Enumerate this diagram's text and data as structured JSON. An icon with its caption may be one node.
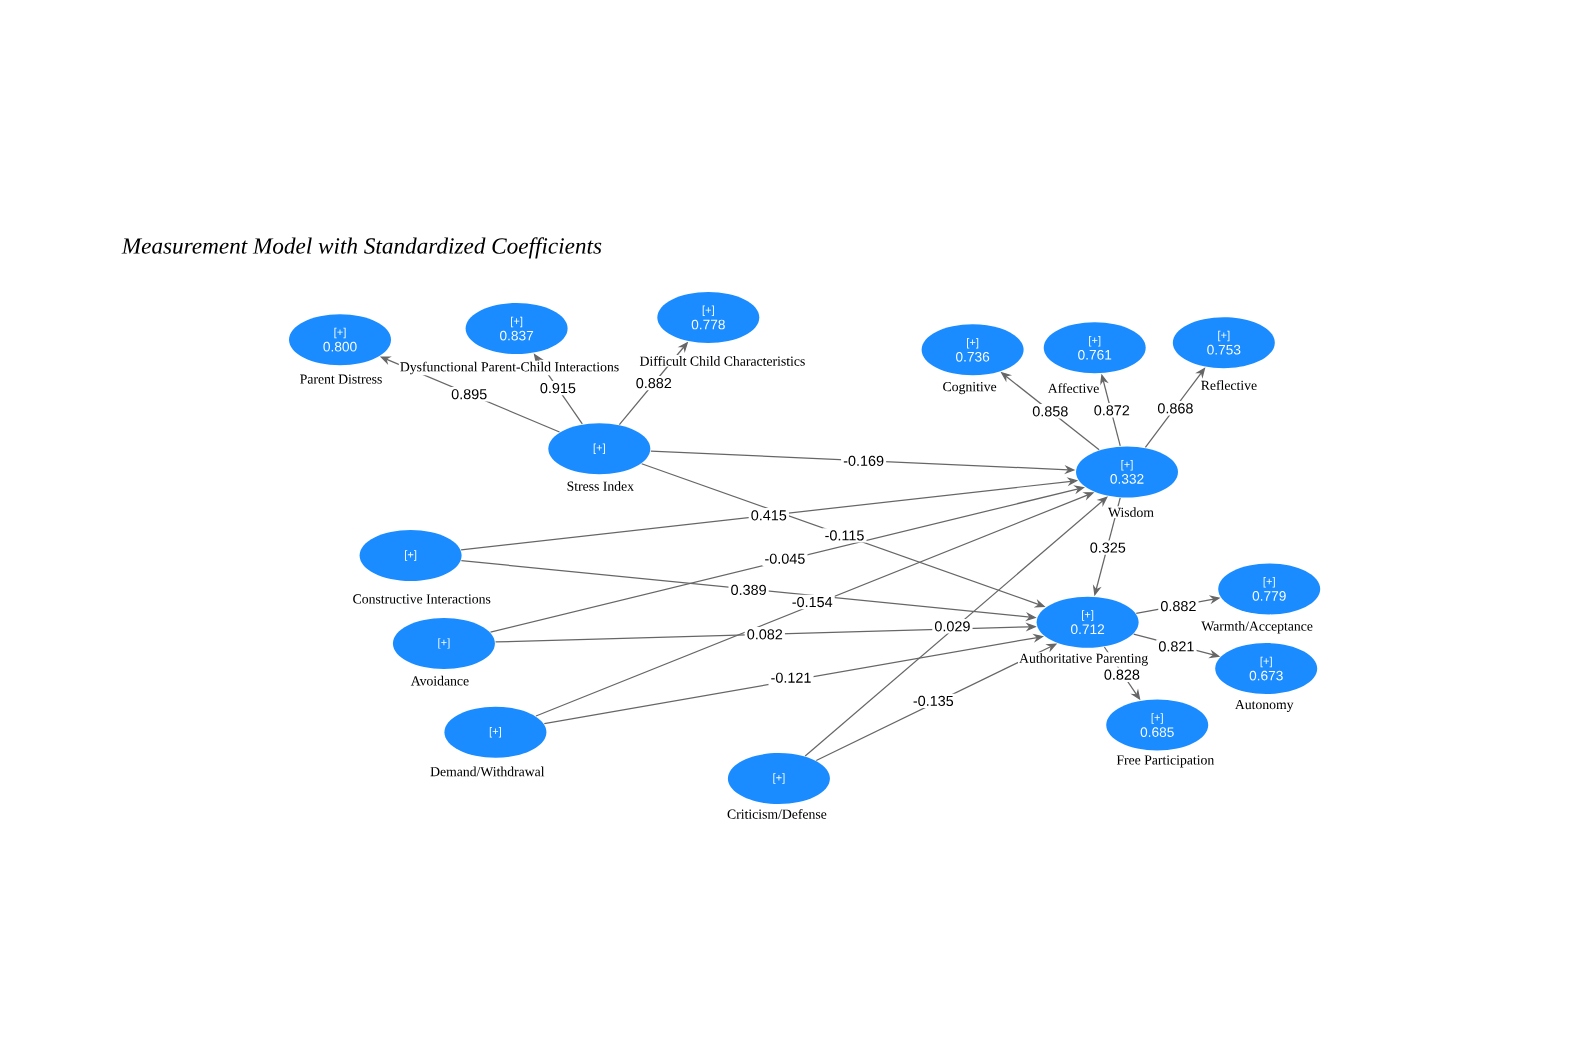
{
  "diagram": {
    "title": "Measurement Model with Standardized Coefficients",
    "nodes": [
      {
        "text": [
          "[+]",
          "0.800"
        ],
        "beside": [
          "Parent Distress"
        ]
      },
      {
        "text": [
          "[+]",
          "0.837"
        ],
        "beside": [
          "Dysfunctional Parent-Child Interactions"
        ]
      },
      {
        "text": [
          "[+]",
          "0.778"
        ],
        "beside": [
          "Difficult Child Characteristics"
        ]
      },
      {
        "text": [
          "[+]",
          "0.736"
        ],
        "beside": [
          "Cognitive"
        ]
      },
      {
        "text": [
          "[+]",
          "0.761"
        ],
        "beside": [
          "Affective"
        ]
      },
      {
        "text": [
          "[+]",
          "0.753"
        ],
        "beside": [
          "Reflective"
        ]
      },
      {
        "text": [
          "[+]"
        ],
        "beside": [
          "Stress Index"
        ]
      },
      {
        "text": [
          "[+]",
          "0.332"
        ],
        "beside": [
          "Wisdom"
        ]
      },
      {
        "text": [
          "[+]"
        ],
        "beside": [
          "Constructive Interactions"
        ]
      },
      {
        "text": [
          "[+]",
          "0.779"
        ],
        "beside": [
          "Warmth/Acceptance"
        ]
      },
      {
        "text": [
          "[+]",
          "0.712"
        ],
        "beside": [
          "Authoritative Parenting"
        ]
      },
      {
        "text": [
          "[+]"
        ],
        "beside": [
          "Avoidance"
        ]
      },
      {
        "text": [
          "[+]",
          "0.673"
        ],
        "beside": [
          "Autonomy"
        ]
      },
      {
        "text": [
          "[+]",
          "0.685"
        ],
        "beside": [
          "Free Participation"
        ]
      },
      {
        "text": [
          "[+]"
        ],
        "beside": [
          "Demand/Withdrawal"
        ]
      },
      {
        "text": [
          "[+]"
        ],
        "beside": [
          "Criticism/Defense"
        ]
      }
    ],
    "edges": [
      {
        "from": 6,
        "to": 0,
        "arrow": "to",
        "label": "0.895"
      },
      {
        "from": 6,
        "to": 1,
        "arrow": "to",
        "label": "0.915"
      },
      {
        "from": 6,
        "to": 2,
        "arrow": "to",
        "label": "0.882"
      },
      {
        "from": 7,
        "to": 3,
        "arrow": "to",
        "label": "0.858"
      },
      {
        "from": 7,
        "to": 4,
        "arrow": "to",
        "label": "0.872"
      },
      {
        "from": 7,
        "to": 5,
        "arrow": "to",
        "label": "0.868"
      },
      {
        "from": 6,
        "to": 7,
        "arrow": "to",
        "label": "-0.169"
      },
      {
        "from": 6,
        "to": 10,
        "arrow": "to",
        "label": "-0.115"
      },
      {
        "from": 8,
        "to": 7,
        "arrow": "to",
        "label": "0.415"
      },
      {
        "from": 8,
        "to": 10,
        "arrow": "to",
        "label": "0.389"
      },
      {
        "from": 11,
        "to": 7,
        "arrow": "to",
        "label": "-0.045"
      },
      {
        "from": 11,
        "to": 10,
        "arrow": "to",
        "label": "0.082"
      },
      {
        "from": 14,
        "to": 7,
        "arrow": "to",
        "label": "-0.154"
      },
      {
        "from": 14,
        "to": 10,
        "arrow": "to",
        "label": "-0.121"
      },
      {
        "from": 15,
        "to": 7,
        "arrow": "to",
        "label": "0.029"
      },
      {
        "from": 15,
        "to": 10,
        "arrow": "to",
        "label": "-0.135"
      },
      {
        "from": 7,
        "to": 10,
        "arrow": "to",
        "label": "0.325"
      },
      {
        "from": 10,
        "to": 9,
        "arrow": "to",
        "label": "0.882"
      },
      {
        "from": 10,
        "to": 12,
        "arrow": "to",
        "label": "0.821"
      },
      {
        "from": 10,
        "to": 13,
        "arrow": "to",
        "label": "0.828"
      }
    ]
  }
}
